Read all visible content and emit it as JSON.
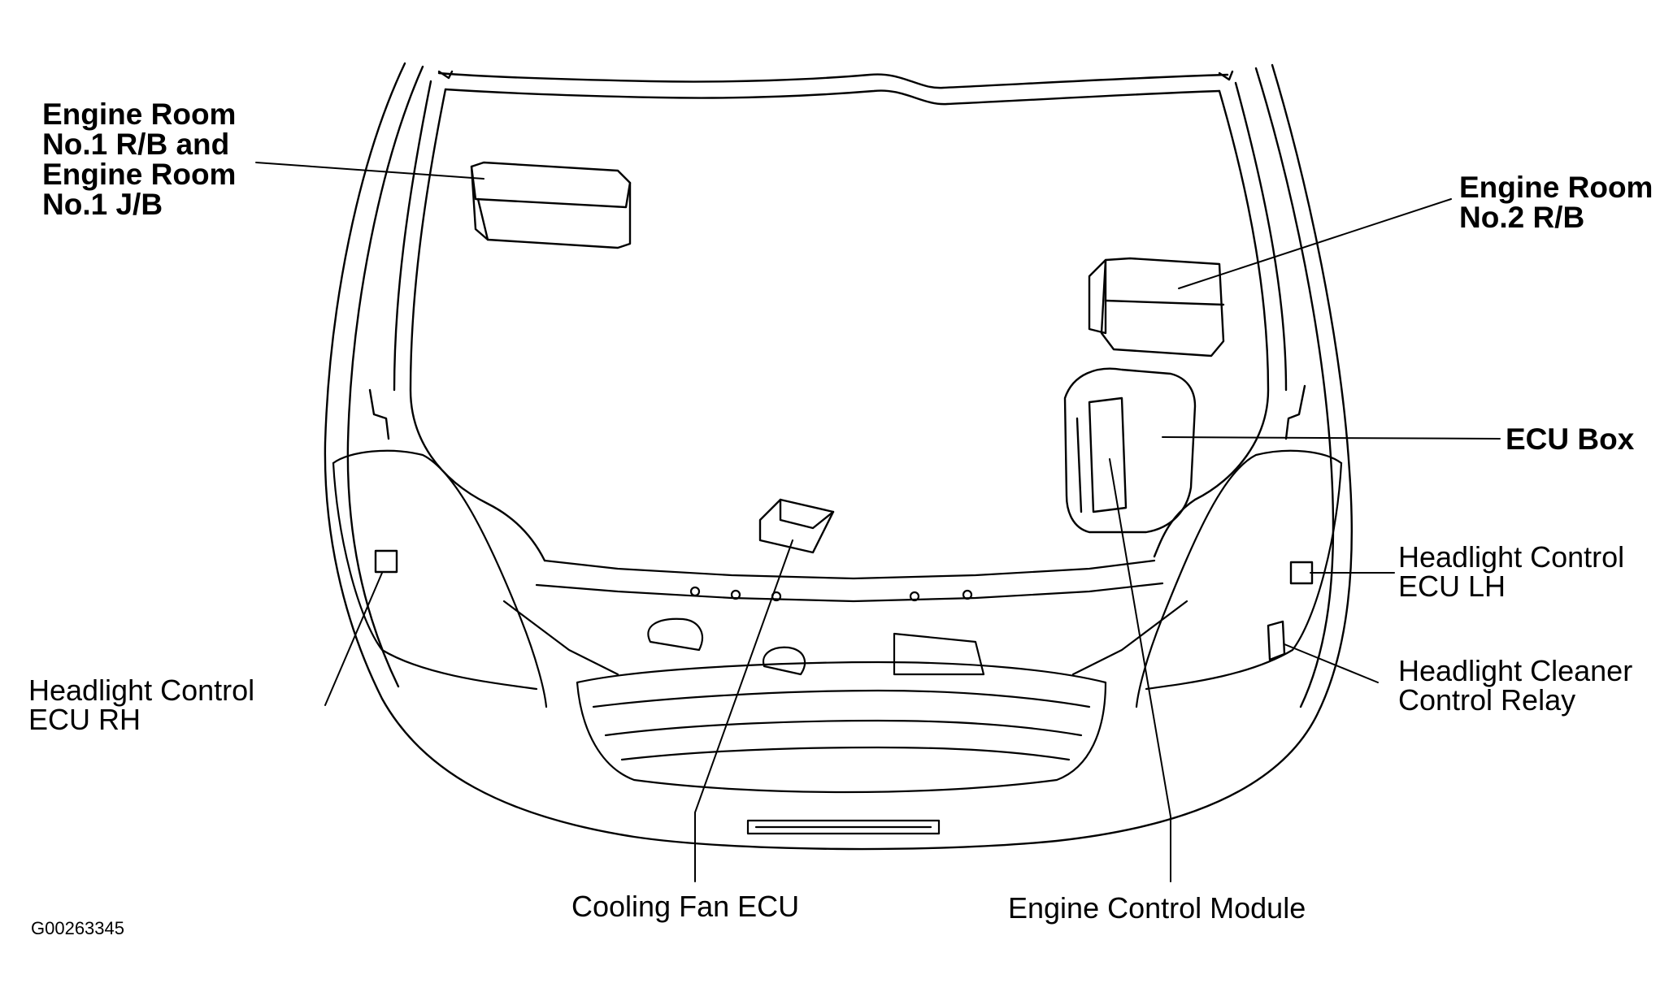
{
  "labels": {
    "engine_room_no1": [
      "Engine Room",
      "No.1 R/B and",
      "Engine Room",
      "No.1 J/B"
    ],
    "engine_room_no2": [
      "Engine Room",
      "No.2 R/B"
    ],
    "ecu_box": [
      "ECU Box"
    ],
    "headlight_control_lh": [
      "Headlight Control",
      "ECU LH"
    ],
    "headlight_cleaner": [
      "Headlight Cleaner",
      "Control Relay"
    ],
    "headlight_control_rh": [
      "Headlight Control",
      "ECU RH"
    ],
    "cooling_fan_ecu": [
      "Cooling Fan ECU"
    ],
    "engine_control_module": [
      "Engine Control Module"
    ]
  },
  "figure_code": "G00263345",
  "colors": {
    "line": "#000000",
    "background": "#ffffff"
  }
}
